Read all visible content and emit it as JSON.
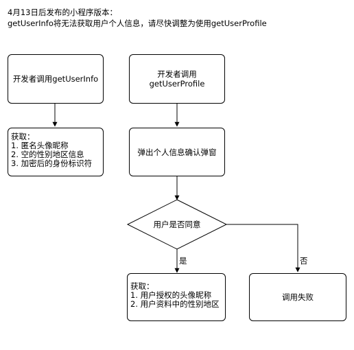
{
  "header": {
    "line1": "4月13日后发布的小程序版本：",
    "line2": "getUserInfo将无法获取用户个人信息，请尽快调整为使用getUserProfile"
  },
  "nodes": {
    "dev_getuserinfo": "开发者调用getUserInfo",
    "dev_getuserprofile_line1": "开发者调用",
    "dev_getuserprofile_line2": "getUserProfile",
    "popup": "弹出个人信息确认弹窗",
    "decision": "用户是否同意",
    "fail": "调用失败"
  },
  "left_result": {
    "title": "获取：",
    "items": [
      "1. 匿名头像昵称",
      "2. 空的性别地区信息",
      "3. 加密后的身份标识符"
    ]
  },
  "yes_result": {
    "title": "获取：",
    "items": [
      "1. 用户授权的头像昵称",
      "2. 用户资料中的性别地区"
    ]
  },
  "edges": {
    "yes_label": "是",
    "no_label": "否"
  },
  "colors": {
    "line": "#000000",
    "fill": "#ffffff"
  }
}
